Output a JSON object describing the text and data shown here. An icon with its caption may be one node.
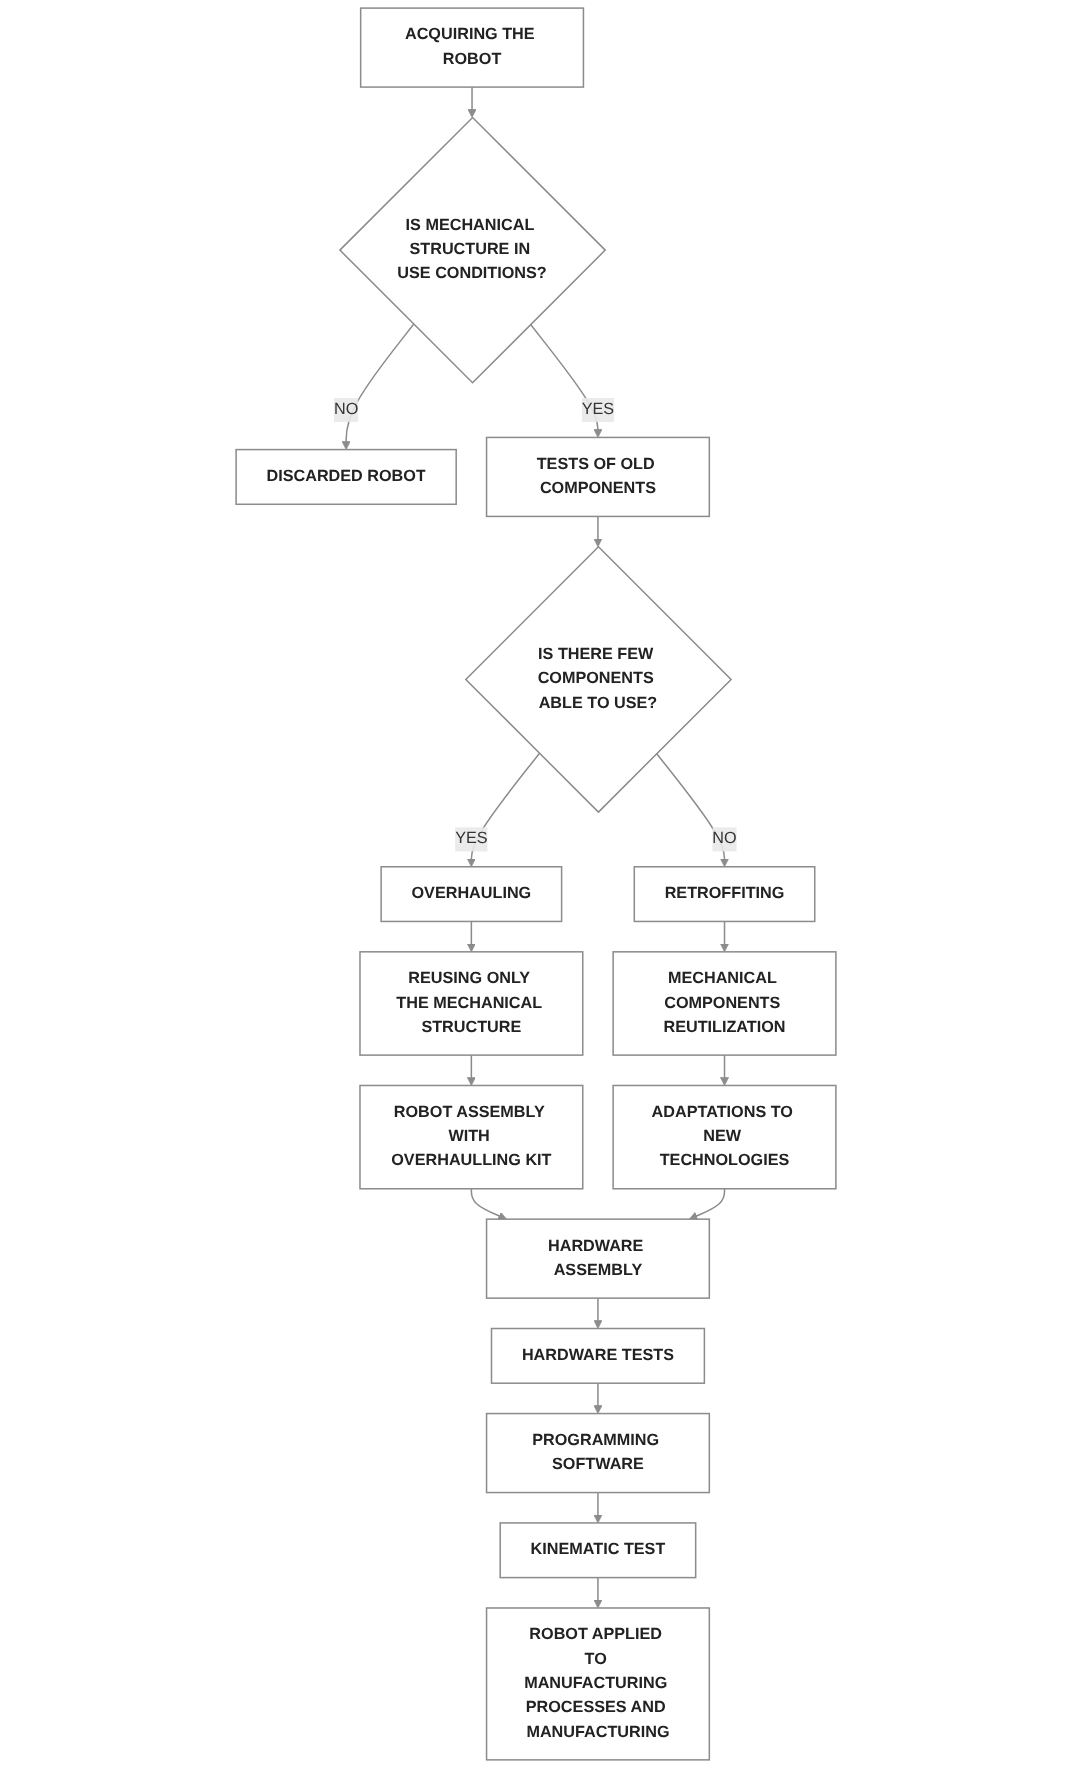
{
  "diagram": {
    "nodes": [
      {
        "text": [
          "ACQUIRING THE ROBOT"
        ]
      },
      {
        "text": [
          "IS MECHANICAL STRUCTURE IN USE CONDITIONS?"
        ]
      },
      {
        "text": [
          "DISCARDED ROBOT"
        ]
      },
      {
        "text": [
          "TESTS OF OLD COMPONENTS"
        ]
      },
      {
        "text": [
          "IS THERE FEW COMPONENTS ABLE TO USE?"
        ]
      },
      {
        "text": [
          "RETROFFITING"
        ]
      },
      {
        "text": [
          "MECHANICAL COMPONENTS REUTILIZATION"
        ]
      },
      {
        "text": [
          "ADAPTATIONS TO NEW TECHNOLOGIES"
        ]
      },
      {
        "text": [
          "OVERHAULING"
        ]
      },
      {
        "text": [
          "REUSING ONLY THE MECHANICAL STRUCTURE"
        ]
      },
      {
        "text": [
          "ROBOT ASSEMBLY WITH OVERHAULLING KIT"
        ]
      },
      {
        "text": [
          "HARDWARE ASSEMBLY"
        ]
      },
      {
        "text": [
          "HARDWARE TESTS"
        ]
      },
      {
        "text": [
          "PROGRAMMING SOFTWARE"
        ]
      },
      {
        "text": [
          "KINEMATIC TEST"
        ]
      },
      {
        "text": [
          "ROBOT APPLIED TO MANUFACTURING PROCESSES AND MANUFACTURING"
        ]
      }
    ],
    "edges": [
      {
        "from": 0,
        "to": 1,
        "arrow": "to"
      },
      {
        "from": 1,
        "to": 2,
        "arrow": "to",
        "label": "NO"
      },
      {
        "from": 1,
        "to": 3,
        "arrow": "to",
        "label": "YES"
      },
      {
        "from": 3,
        "to": 4,
        "arrow": "to"
      },
      {
        "from": 4,
        "to": 5,
        "arrow": "to",
        "label": "NO"
      },
      {
        "from": 5,
        "to": 6,
        "arrow": "to"
      },
      {
        "from": 6,
        "to": 7,
        "arrow": "to"
      },
      {
        "from": 4,
        "to": 8,
        "arrow": "to",
        "label": "YES"
      },
      {
        "from": 8,
        "to": 9,
        "arrow": "to"
      },
      {
        "from": 9,
        "to": 10,
        "arrow": "to"
      },
      {
        "from": 10,
        "to": 11,
        "arrow": "to"
      },
      {
        "from": 7,
        "to": 11,
        "arrow": "to"
      },
      {
        "from": 11,
        "to": 12,
        "arrow": "to"
      },
      {
        "from": 12,
        "to": 13,
        "arrow": "to"
      },
      {
        "from": 13,
        "to": 14,
        "arrow": "to"
      },
      {
        "from": 14,
        "to": 15,
        "arrow": "to"
      }
    ]
  }
}
